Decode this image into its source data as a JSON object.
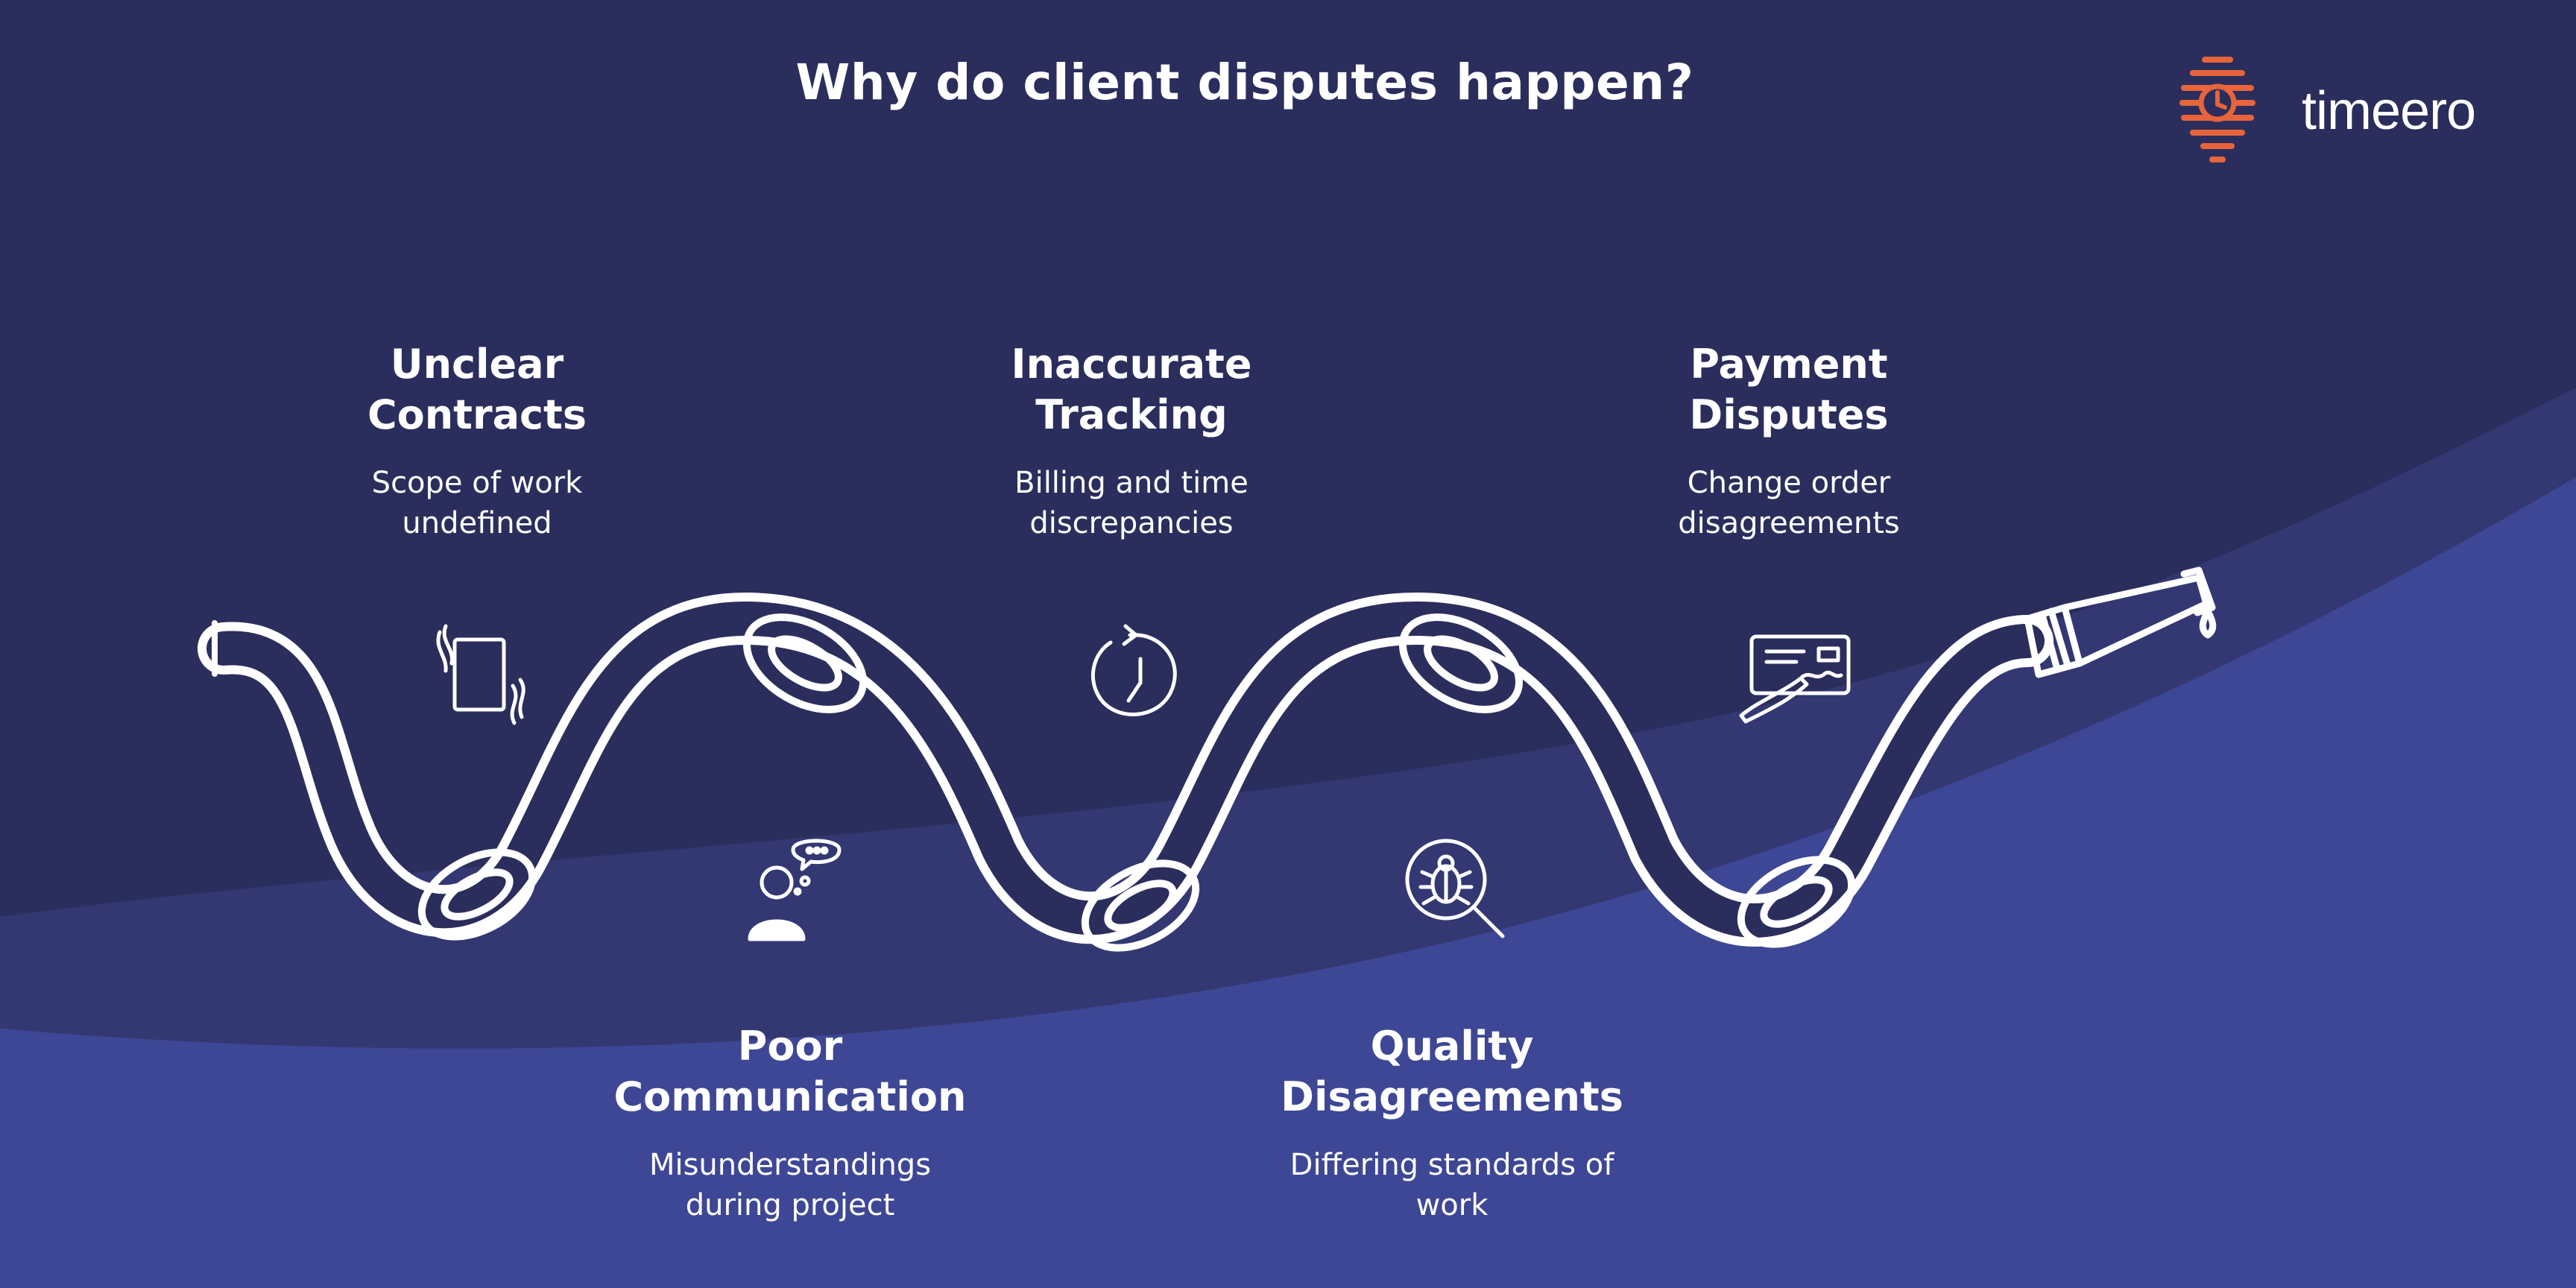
{
  "title": "Why do client disputes happen?",
  "brand": {
    "name": "timeero",
    "accent_color": "#e8643a"
  },
  "colors": {
    "background": "#2b2e5c",
    "wave_light": "#3e4795",
    "wave_mid": "#353a78",
    "rope": "#ffffff"
  },
  "steps": [
    {
      "title_line1": "Unclear",
      "title_line2": "Contracts",
      "desc_line1": "Scope of work",
      "desc_line2": "undefined",
      "icon": "contract-hands-icon"
    },
    {
      "title_line1": "Poor",
      "title_line2": "Communication",
      "desc_line1": "Misunderstandings",
      "desc_line2": "during project",
      "icon": "person-speech-bubble-icon"
    },
    {
      "title_line1": "Inaccurate",
      "title_line2": "Tracking",
      "desc_line1": "Billing and time",
      "desc_line2": "discrepancies",
      "icon": "clock-refresh-icon"
    },
    {
      "title_line1": "Quality",
      "title_line2": "Disagreements",
      "desc_line1": "Differing standards of",
      "desc_line2": "work",
      "icon": "bug-magnifier-icon"
    },
    {
      "title_line1": "Payment",
      "title_line2": "Disputes",
      "desc_line1": "Change order",
      "desc_line2": "disagreements",
      "icon": "signed-check-icon"
    }
  ]
}
